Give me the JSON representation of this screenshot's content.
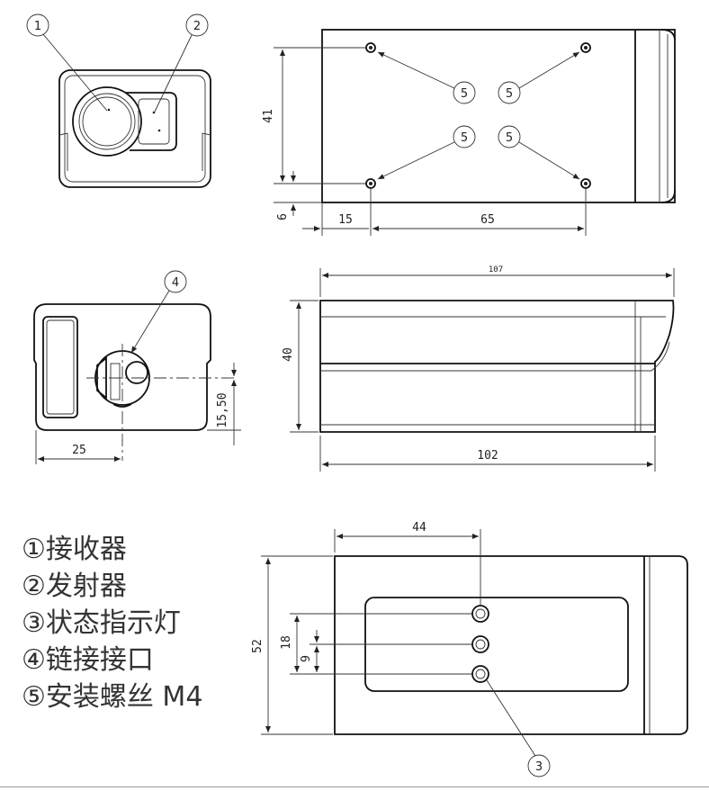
{
  "callouts": {
    "c1": "1",
    "c2": "2",
    "c3": "3",
    "c4": "4",
    "c5": "5"
  },
  "dimensions": {
    "top_height": "41",
    "top_offset": "6",
    "top_left": "15",
    "top_span": "65",
    "side_overall": "107",
    "side_height": "40",
    "side_length": "102",
    "end_height": "15,50",
    "end_width": "25",
    "bottom_span": "44",
    "bottom_height": "52",
    "bottom_pitch2": "18",
    "bottom_pitch1": "9"
  },
  "legend": [
    "①接收器",
    "②发射器",
    "③状态指示灯",
    "④链接接口",
    "⑤安装螺丝 M4"
  ]
}
